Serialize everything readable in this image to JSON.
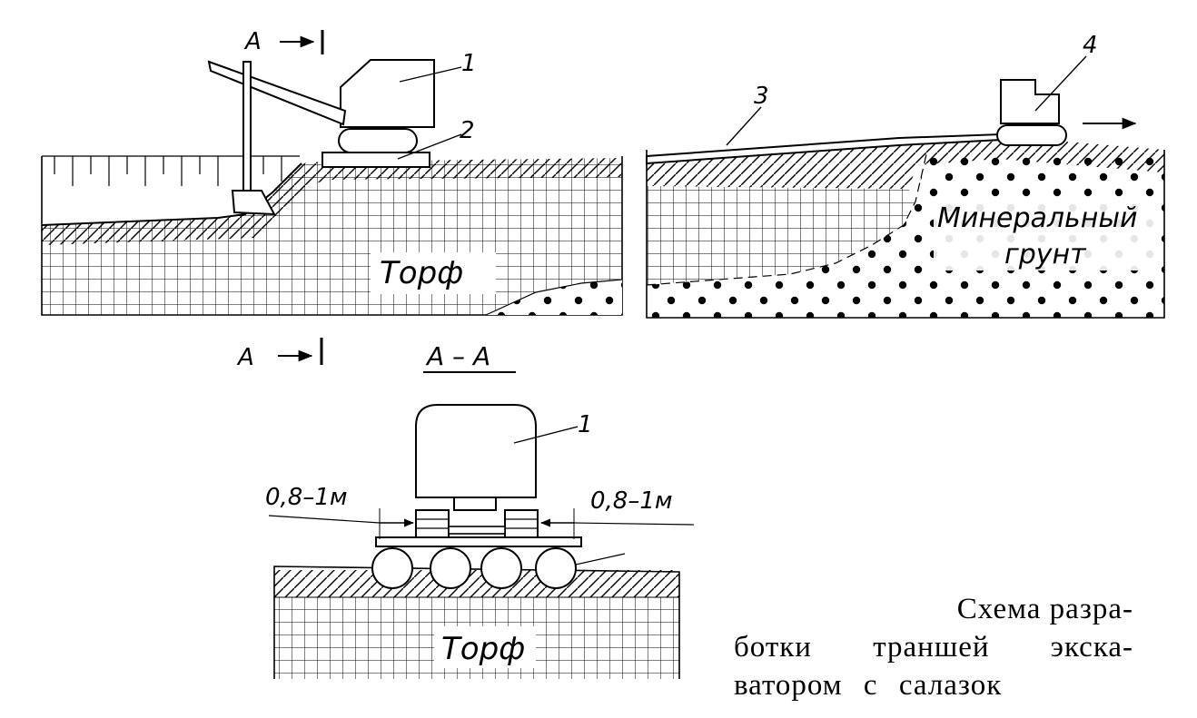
{
  "labels": {
    "section_marker_top": "А",
    "section_marker_bottom": "А",
    "section_title": "А – А",
    "peat_left": "Торф",
    "peat_section": "Торф",
    "mineral_soil_line1": "Минеральный",
    "mineral_soil_line2": "грунт",
    "callout_1_top": "1",
    "callout_2": "2",
    "callout_3": "3",
    "callout_4": "4",
    "callout_1_section": "1",
    "dim_left": "0,8–1м",
    "dim_right": "0,8–1м"
  },
  "caption": {
    "line1": "Схема разра-",
    "line2": "ботки траншей экска-",
    "line3": "ватором с салазок"
  }
}
